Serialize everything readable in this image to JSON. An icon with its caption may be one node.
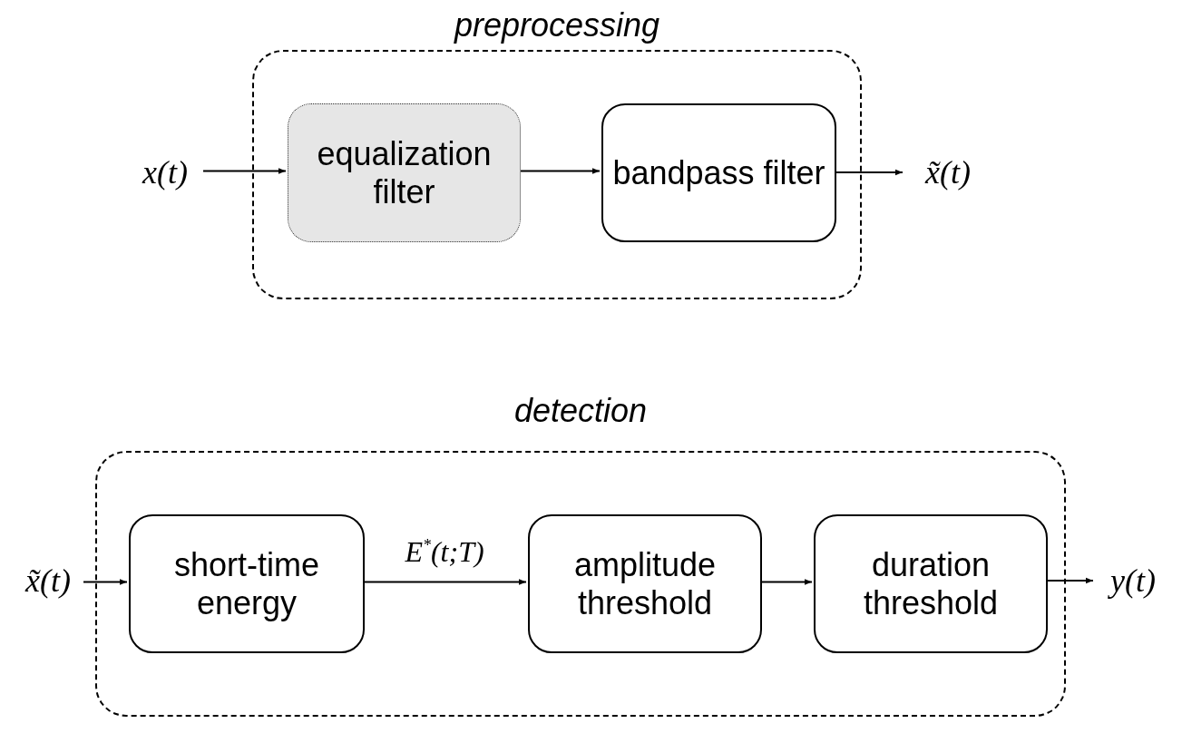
{
  "diagram": {
    "nodes": [
      {
        "text": [
          "preprocessing"
        ]
      },
      {
        "text": [
          "x(t)"
        ]
      },
      {
        "text": [
          "equalization filter"
        ],
        "in": 0
      },
      {
        "text": [
          "bandpass filter"
        ],
        "in": 0
      },
      {
        "text": [
          "x̃(t)"
        ]
      },
      {
        "text": [
          "detection"
        ]
      },
      {
        "text": [
          "x̃(t)"
        ]
      },
      {
        "text": [
          "short-time energy"
        ],
        "in": 5
      },
      {
        "text": [
          "amplitude threshold"
        ],
        "in": 5
      },
      {
        "text": [
          "duration threshold"
        ],
        "in": 5
      },
      {
        "text": [
          "y(t)"
        ]
      }
    ],
    "edges": [
      {
        "from": 1,
        "to": 2,
        "arrow": "to"
      },
      {
        "from": 2,
        "to": 3,
        "arrow": "to"
      },
      {
        "from": 3,
        "to": 4,
        "arrow": "to"
      },
      {
        "from": 6,
        "to": 7,
        "arrow": "to"
      },
      {
        "from": 7,
        "to": 8,
        "arrow": "to",
        "label": "E$^{*}$(t;T)"
      },
      {
        "from": 8,
        "to": 9,
        "arrow": "to"
      },
      {
        "from": 9,
        "to": 10,
        "arrow": "to"
      }
    ]
  }
}
